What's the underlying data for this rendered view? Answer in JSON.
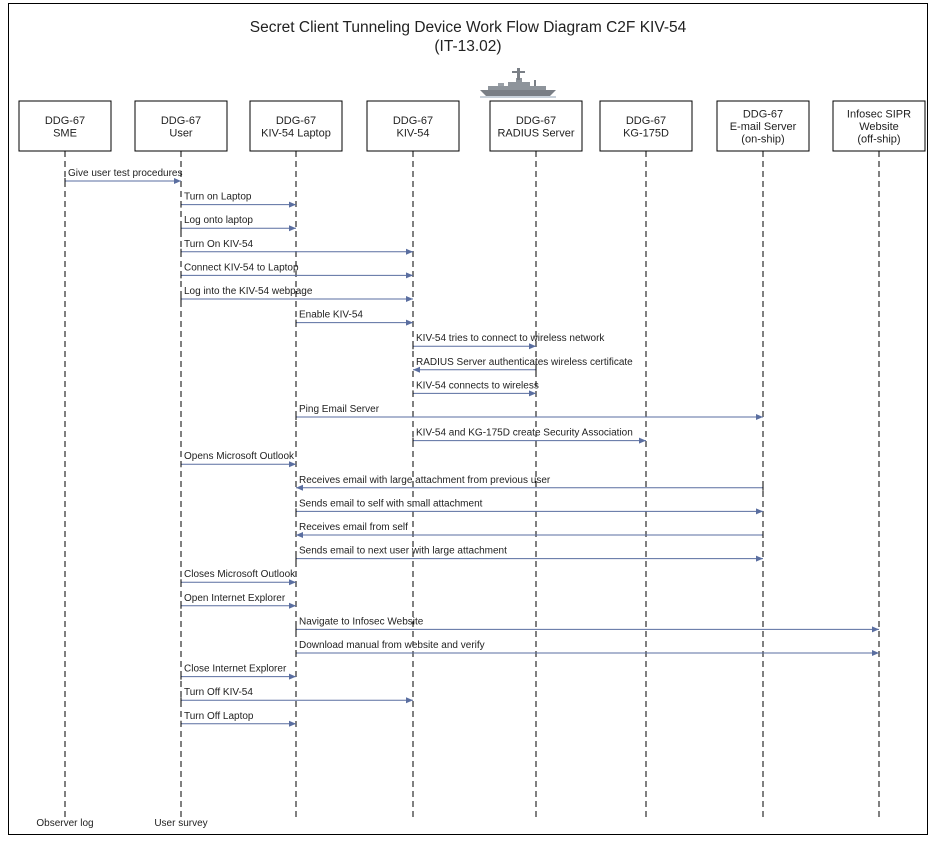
{
  "diagram": {
    "title": "Secret Client Tunneling Device Work Flow Diagram C2F KIV-54",
    "subtitle": "(IT-13.02)",
    "actors": [
      {
        "id": "sme",
        "lines": [
          "DDG-67",
          "SME"
        ],
        "footer": "Observer log"
      },
      {
        "id": "user",
        "lines": [
          "DDG-67",
          "User"
        ],
        "footer": "User survey"
      },
      {
        "id": "laptop",
        "lines": [
          "DDG-67",
          "KIV-54 Laptop"
        ],
        "footer": ""
      },
      {
        "id": "kiv",
        "lines": [
          "DDG-67",
          "KIV-54"
        ],
        "footer": ""
      },
      {
        "id": "radius",
        "lines": [
          "DDG-67",
          "RADIUS Server"
        ],
        "footer": ""
      },
      {
        "id": "kg",
        "lines": [
          "DDG-67",
          "KG-175D"
        ],
        "footer": ""
      },
      {
        "id": "email",
        "lines": [
          "DDG-67",
          "E-mail Server",
          "(on-ship)"
        ],
        "footer": ""
      },
      {
        "id": "infosec",
        "lines": [
          "Infosec SIPR",
          "Website",
          "(off-ship)"
        ],
        "footer": ""
      }
    ],
    "messages": [
      {
        "from": "sme",
        "to": "user",
        "label": "Give user test procedures"
      },
      {
        "from": "user",
        "to": "laptop",
        "label": "Turn on Laptop"
      },
      {
        "from": "user",
        "to": "laptop",
        "label": "Log onto laptop"
      },
      {
        "from": "user",
        "to": "kiv",
        "label": "Turn On KIV-54"
      },
      {
        "from": "user",
        "to": "kiv",
        "label": "Connect KIV-54 to Laptop"
      },
      {
        "from": "user",
        "to": "kiv",
        "label": "Log into the KIV-54 webpage"
      },
      {
        "from": "laptop",
        "to": "kiv",
        "label": "Enable KIV-54"
      },
      {
        "from": "kiv",
        "to": "radius",
        "label": "KIV-54 tries to connect to wireless network"
      },
      {
        "from": "radius",
        "to": "kiv",
        "label": "RADIUS Server authenticates wireless certificate"
      },
      {
        "from": "kiv",
        "to": "radius",
        "label": "KIV-54 connects to wireless"
      },
      {
        "from": "laptop",
        "to": "email",
        "label": "Ping Email Server"
      },
      {
        "from": "kiv",
        "to": "kg",
        "label": "KIV-54 and KG-175D create Security Association"
      },
      {
        "from": "user",
        "to": "laptop",
        "label": "Opens Microsoft Outlook"
      },
      {
        "from": "email",
        "to": "laptop",
        "label": "Receives email with large attachment from previous user"
      },
      {
        "from": "laptop",
        "to": "email",
        "label": "Sends email to self with small attachment"
      },
      {
        "from": "email",
        "to": "laptop",
        "label": "Receives email from self"
      },
      {
        "from": "laptop",
        "to": "email",
        "label": "Sends email to next user with large attachment"
      },
      {
        "from": "user",
        "to": "laptop",
        "label": "Closes Microsoft Outlook"
      },
      {
        "from": "user",
        "to": "laptop",
        "label": "Open Internet Explorer"
      },
      {
        "from": "laptop",
        "to": "infosec",
        "label": "Navigate to Infosec Website"
      },
      {
        "from": "laptop",
        "to": "infosec",
        "label": "Download manual from website and verify"
      },
      {
        "from": "user",
        "to": "laptop",
        "label": "Close Internet Explorer"
      },
      {
        "from": "user",
        "to": "kiv",
        "label": "Turn Off KIV-54"
      },
      {
        "from": "user",
        "to": "laptop",
        "label": "Turn Off Laptop"
      }
    ]
  }
}
